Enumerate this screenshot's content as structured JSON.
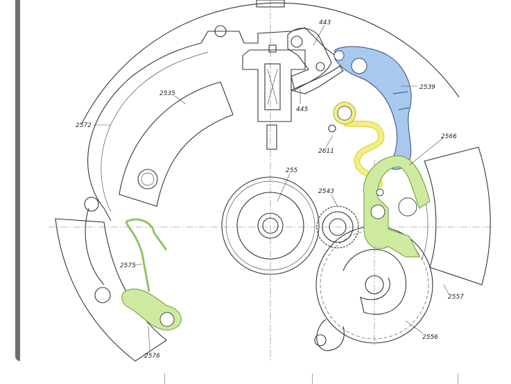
{
  "diagram": {
    "labels": {
      "p443": "443",
      "p445": "445",
      "p2539": "2539",
      "p2535": "2535",
      "p2572": "2572",
      "p2611": "2611",
      "p2566": "2566",
      "p255": "255",
      "p2543": "2543",
      "p2575": "2575",
      "p2557": "2557",
      "p2556": "2556",
      "p2576": "2576"
    },
    "colors": {
      "blue_part": "#a9c8ee",
      "yellow_part": "#f3ee86",
      "green_part": "#cdeaa0",
      "frame": "#6e6e72"
    }
  }
}
